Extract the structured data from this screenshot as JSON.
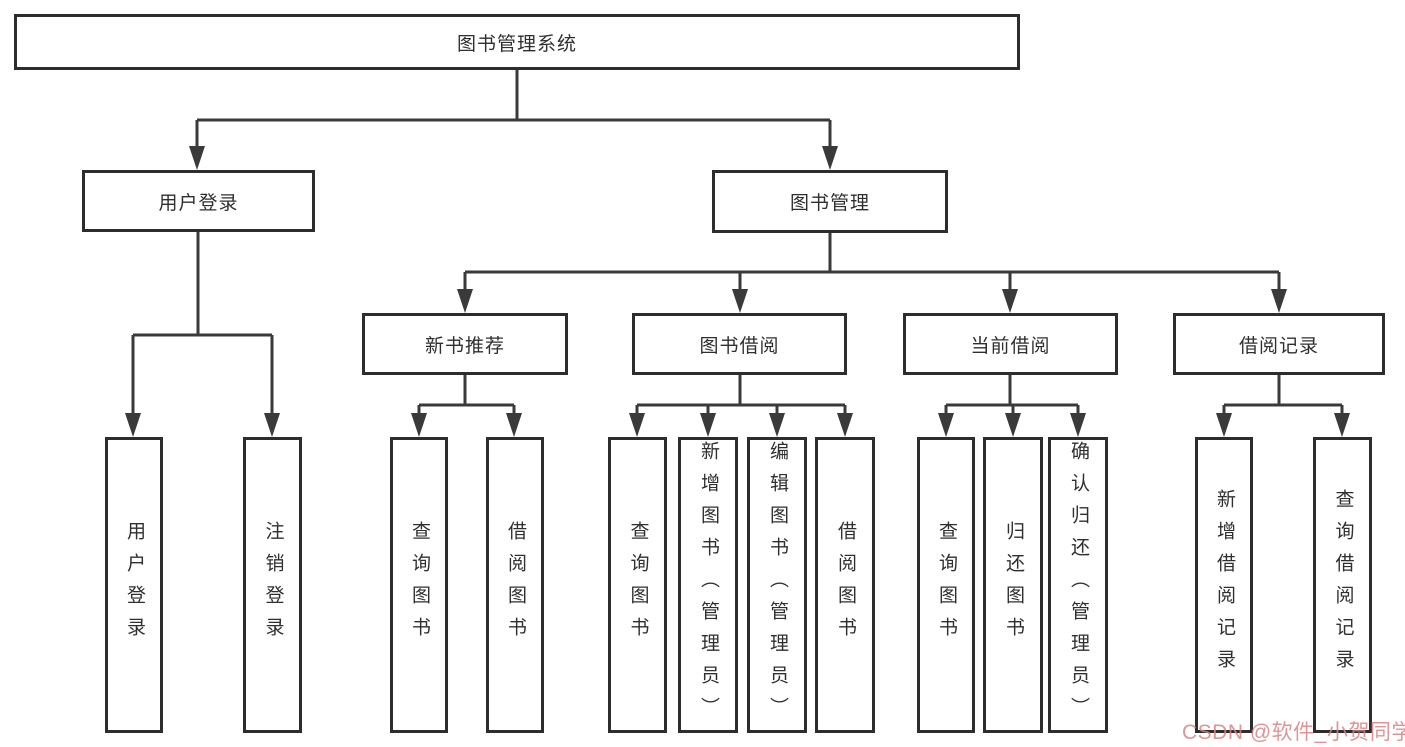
{
  "diagram": {
    "root": {
      "label": "图书管理系统"
    },
    "level2": [
      {
        "label": "用户登录"
      },
      {
        "label": "图书管理"
      }
    ],
    "level3": [
      {
        "label": "新书推荐"
      },
      {
        "label": "图书借阅"
      },
      {
        "label": "当前借阅"
      },
      {
        "label": "借阅记录"
      }
    ],
    "level4": {
      "user": [
        {
          "label": "用户登录"
        },
        {
          "label": "注销登录"
        }
      ],
      "recommend": [
        {
          "label": "查询图书"
        },
        {
          "label": "借阅图书"
        }
      ],
      "borrow": [
        {
          "label": "查询图书"
        },
        {
          "label": "新增图书（管理员）"
        },
        {
          "label": "编辑图书（管理员）"
        },
        {
          "label": "借阅图书"
        }
      ],
      "current": [
        {
          "label": "查询图书"
        },
        {
          "label": "归还图书"
        },
        {
          "label": "确认归还（管理员）"
        }
      ],
      "records": [
        {
          "label": "新增借阅记录"
        },
        {
          "label": "查询借阅记录"
        }
      ]
    }
  },
  "watermark": {
    "text": "CSDN @软件_小贺同学",
    "color": "#d78282"
  },
  "colors": {
    "line": "#3a3a3a",
    "box_border": "#2d2d2d",
    "text": "#2f2f2f",
    "background": "#ffffff"
  }
}
